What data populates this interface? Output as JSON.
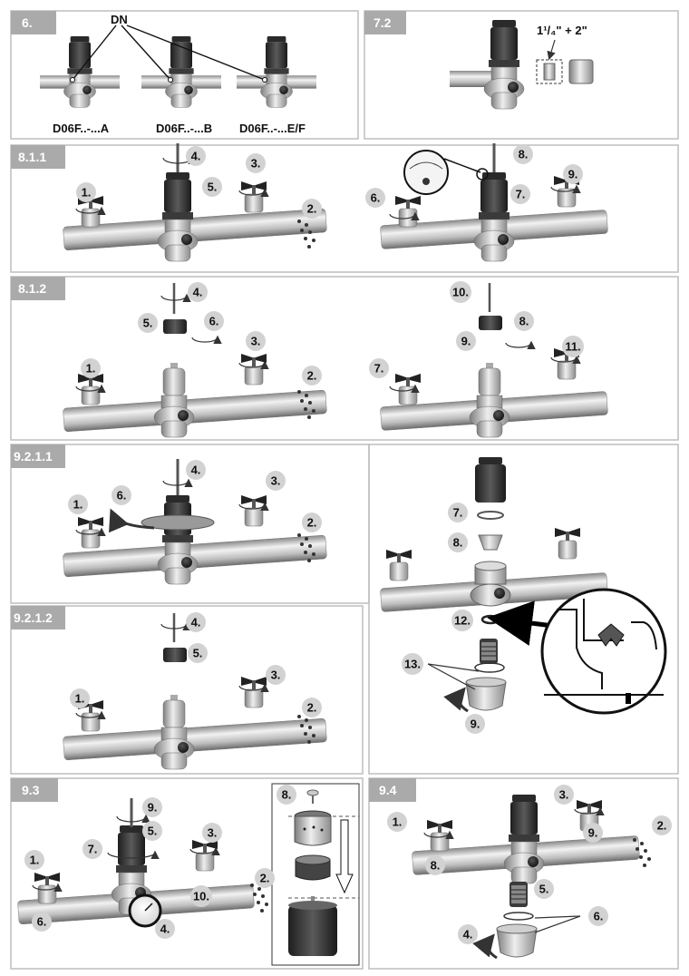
{
  "sections": {
    "s6": "6.",
    "s72": "7.2",
    "s811": "8.1.1",
    "s812": "8.1.2",
    "s9211": "9.2.1.1",
    "s9212": "9.2.1.2",
    "s93": "9.3",
    "s94": "9.4"
  },
  "p6": {
    "dn": "DN",
    "modelA": "D06F..-...A",
    "modelB": "D06F..-...B",
    "modelEF": "D06F..-...E/F"
  },
  "p72": {
    "size": "1¹/₄\" + 2\""
  },
  "steps": {
    "n1": "1.",
    "n2": "2.",
    "n3": "3.",
    "n4": "4.",
    "n5": "5.",
    "n6": "6.",
    "n7": "7.",
    "n8": "8.",
    "n9": "9.",
    "n10": "10.",
    "n11": "11.",
    "n12": "12.",
    "n13": "13."
  }
}
